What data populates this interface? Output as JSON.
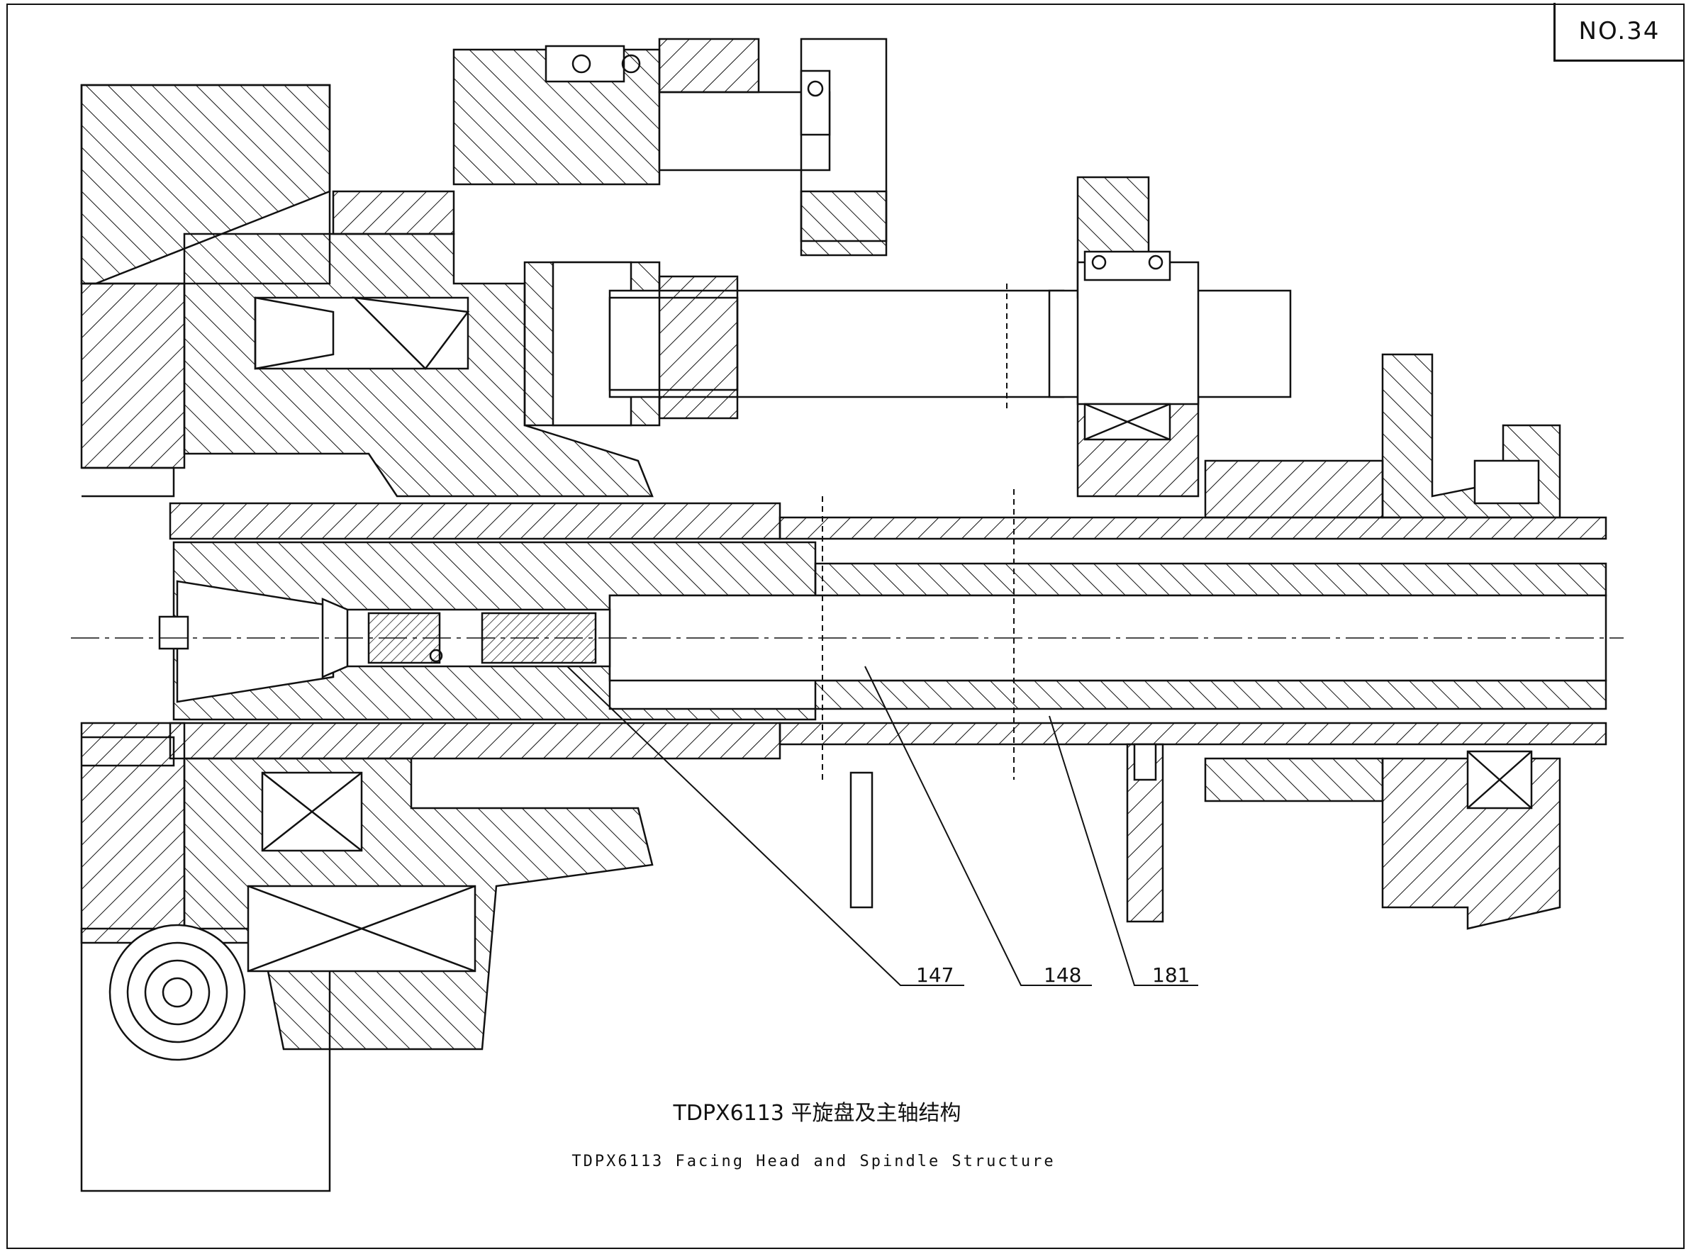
{
  "page_number": "NO.34",
  "title_cn": "TDPX6113 平旋盘及主轴结构",
  "title_en": "TDPX6113 Facing Head and Spindle Structure",
  "callouts": [
    "147",
    "148",
    "181"
  ],
  "colors": {
    "ink": "#111111",
    "paper": "#ffffff"
  }
}
